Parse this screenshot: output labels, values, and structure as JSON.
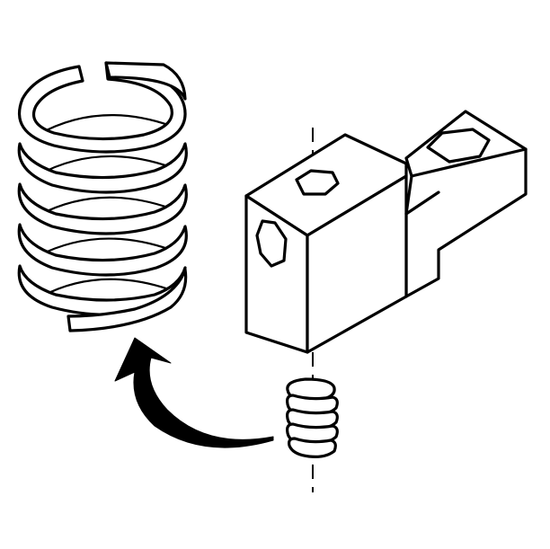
{
  "diagram": {
    "description_visible_text": "",
    "colors": {
      "line": "#000000",
      "background": "#ffffff"
    },
    "parts": [
      {
        "id": "large-spring",
        "icon": "coil-spring-enlarged"
      },
      {
        "id": "valve-body",
        "icon": "rectangular-block-with-hex-bores"
      },
      {
        "id": "small-spring",
        "icon": "coil-spring"
      },
      {
        "id": "callout-arrow",
        "icon": "curved-arrow"
      }
    ]
  }
}
